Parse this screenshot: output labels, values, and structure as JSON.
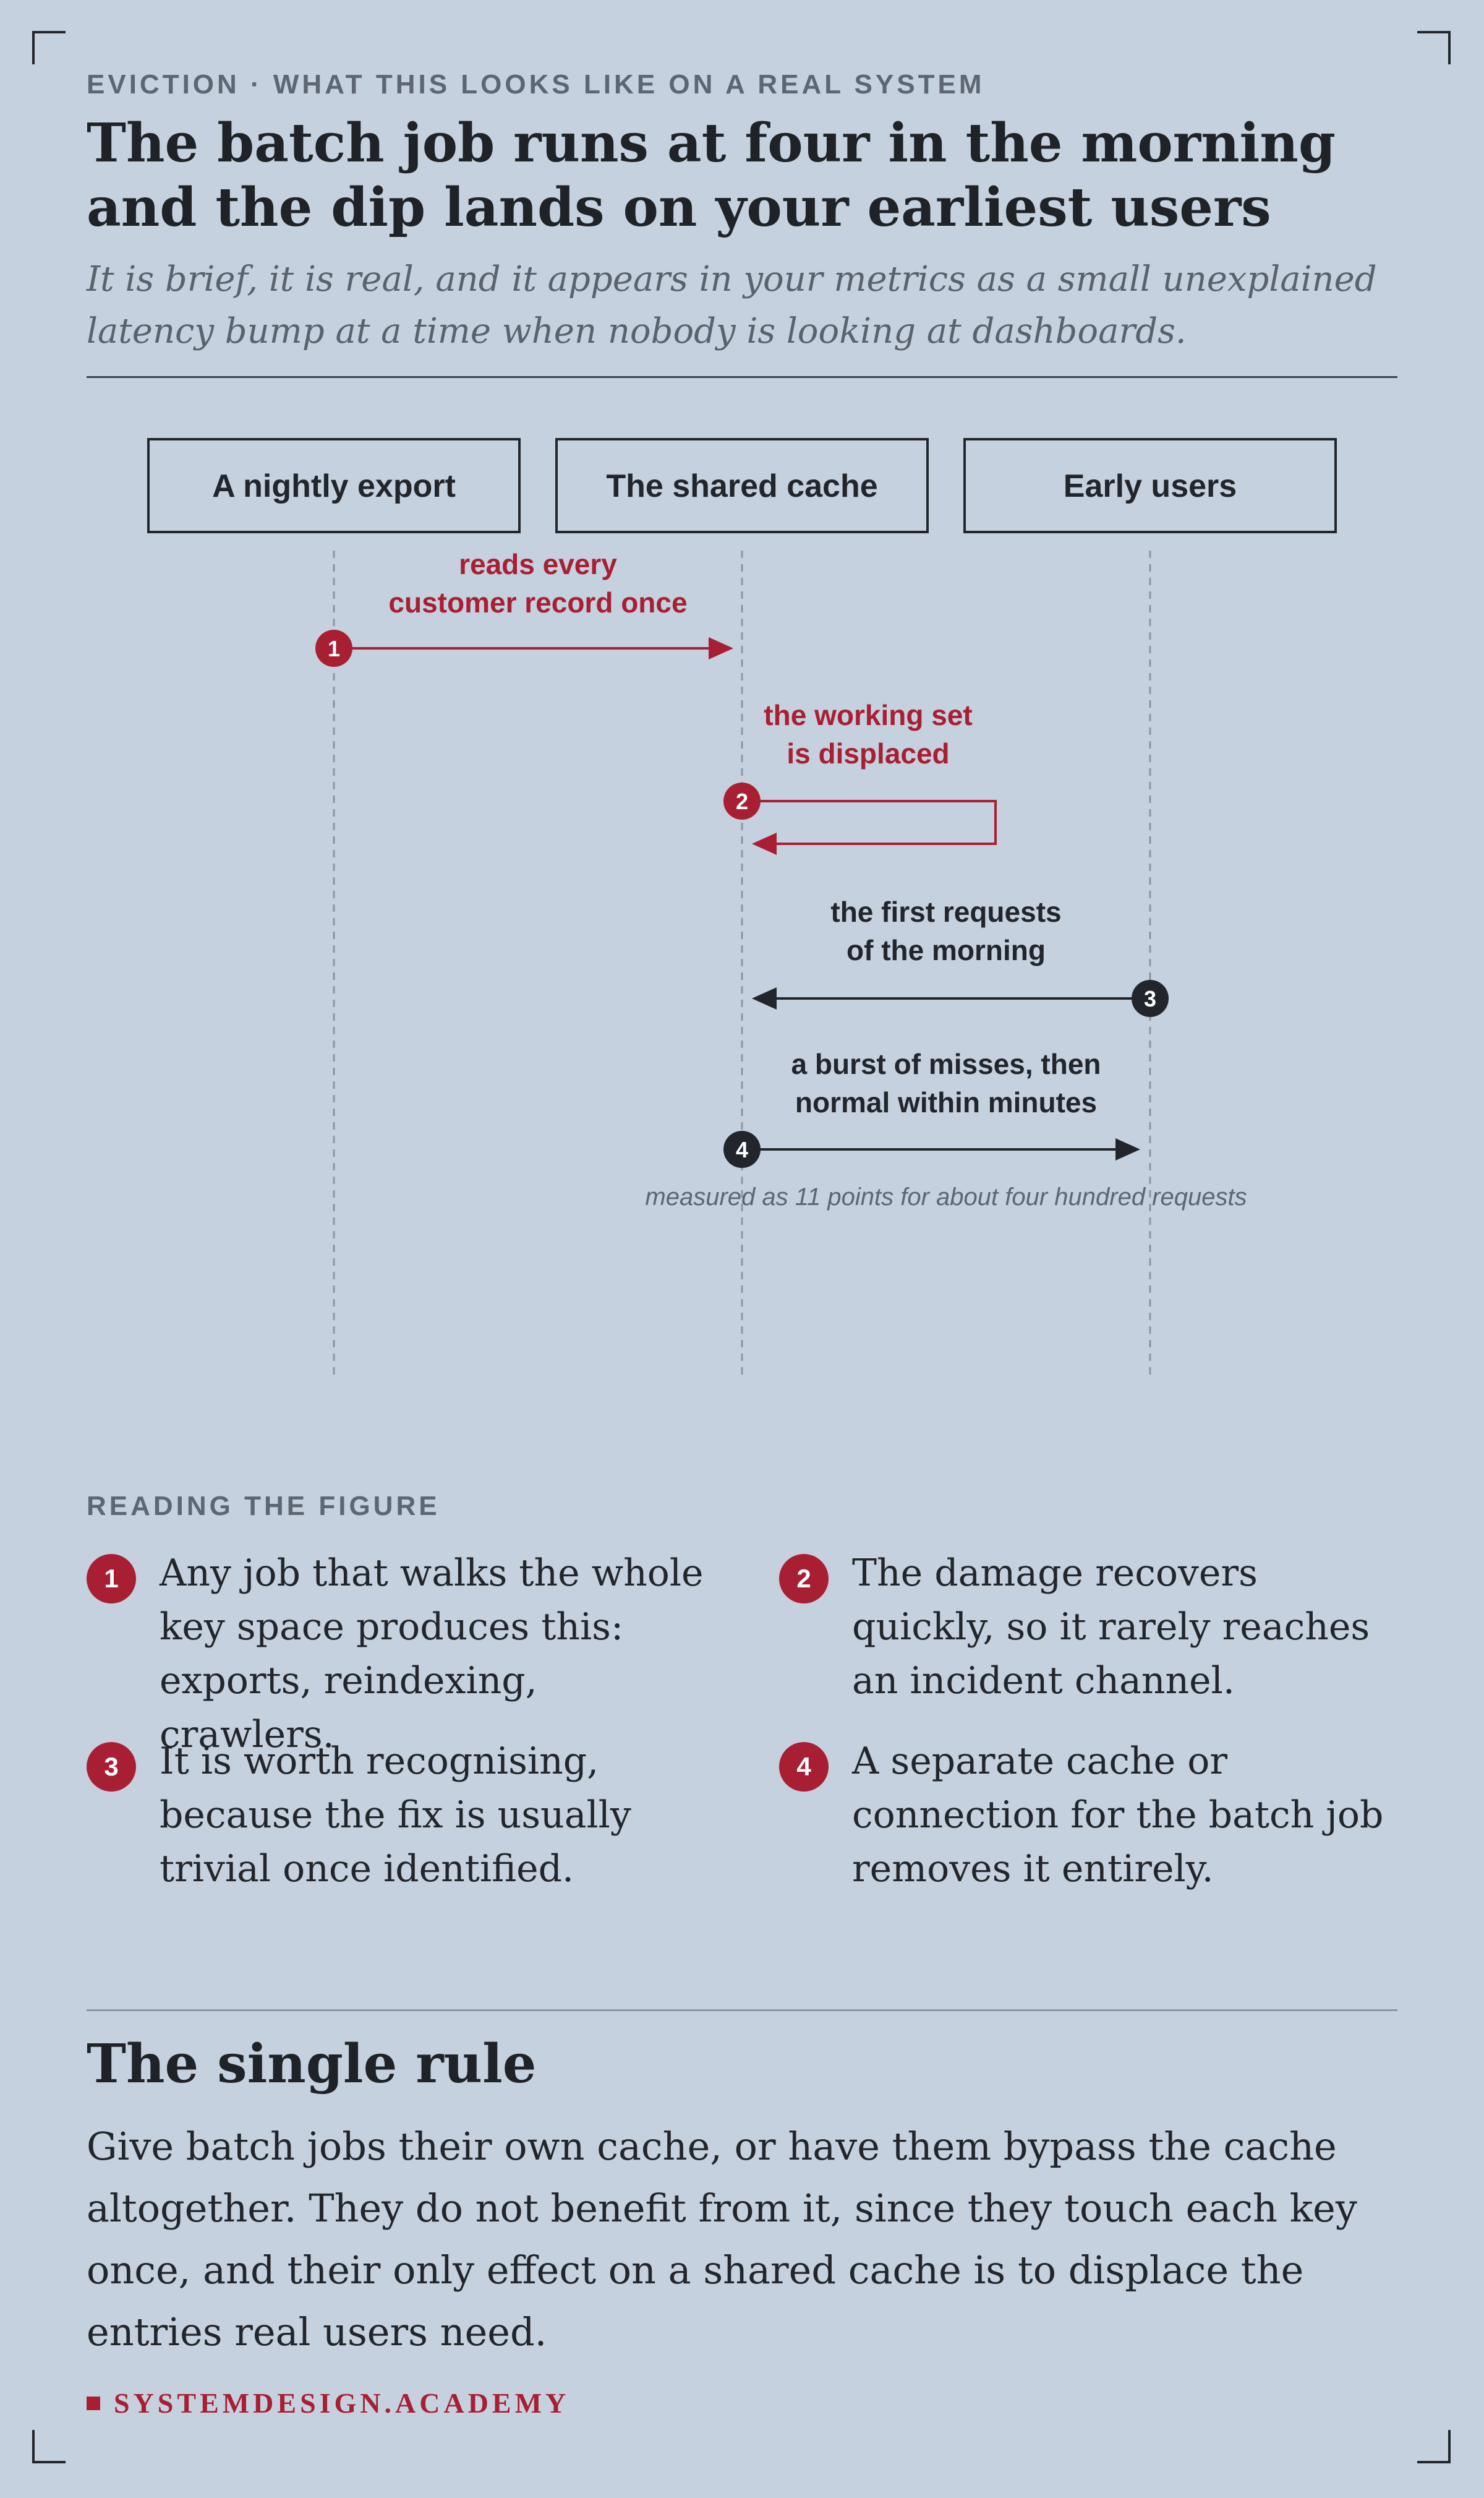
{
  "header": {
    "kicker": "EVICTION · WHAT THIS LOOKS LIKE ON A REAL SYSTEM",
    "title": "The batch job runs at four in the morning and the dip lands on your earliest users",
    "subtitle": "It is brief, it is real, and it appears in your metrics as a small unexplained latency bump at a time when nobody is looking at dashboards."
  },
  "diagram": {
    "actors": [
      {
        "label": "A nightly export"
      },
      {
        "label": "The shared cache"
      },
      {
        "label": "Early users"
      }
    ],
    "messages": [
      {
        "step": "1",
        "from": "A nightly export",
        "to": "The shared cache",
        "lines": [
          "reads every",
          "customer record once"
        ],
        "color": "#a81f33"
      },
      {
        "step": "2",
        "from": "The shared cache",
        "to": "The shared cache",
        "lines": [
          "the working set",
          "is displaced"
        ],
        "color": "#a81f33"
      },
      {
        "step": "3",
        "from": "Early users",
        "to": "The shared cache",
        "lines": [
          "the first requests",
          "of the morning"
        ],
        "color": "#22262c"
      },
      {
        "step": "4",
        "from": "The shared cache",
        "to": "Early users",
        "lines": [
          "a burst of misses, then",
          "normal within minutes"
        ],
        "color": "#22262c"
      }
    ],
    "note": "measured as 11 points for about four hundred requests"
  },
  "reading": {
    "label": "READING THE FIGURE",
    "items": [
      {
        "num": "1",
        "text": "Any job that walks the whole key space produces this: exports, reindexing, crawlers."
      },
      {
        "num": "2",
        "text": "The damage recovers quickly, so it rarely reaches an incident channel."
      },
      {
        "num": "3",
        "text": "It is worth recognising, because the fix is usually trivial once identified."
      },
      {
        "num": "4",
        "text": "A separate cache or connection for the batch job removes it entirely."
      }
    ]
  },
  "rule": {
    "heading": "The single rule",
    "body": "Give batch jobs their own cache, or have them bypass the cache altogether. They do not benefit from it, since they touch each key once, and their only effect on a shared cache is to displace the entries real users need."
  },
  "footer": {
    "brand": "SYSTEMDESIGN.ACADEMY"
  },
  "colors": {
    "accent": "#a81f33",
    "ink": "#22262c",
    "background": "#c5d1de",
    "muted": "#5d6672"
  }
}
